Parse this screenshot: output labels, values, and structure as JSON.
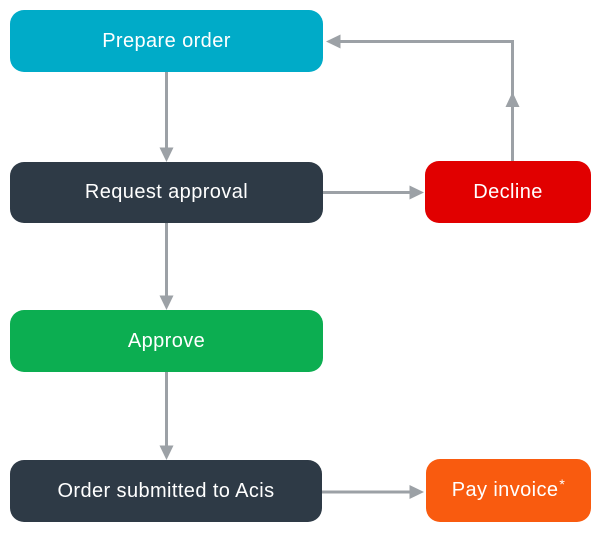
{
  "diagram": {
    "type": "flowchart",
    "background_color": "#FFFFFF",
    "arrow_color": "#9CA1A6",
    "nodes": [
      {
        "id": "prepare-order",
        "label": "Prepare order",
        "color": "#00ABC8",
        "text_color": "#FFFFFF"
      },
      {
        "id": "request-approval",
        "label": "Request approval",
        "color": "#2E3A46",
        "text_color": "#FFFFFF"
      },
      {
        "id": "decline",
        "label": "Decline",
        "color": "#E10000",
        "text_color": "#FFFFFF"
      },
      {
        "id": "approve",
        "label": "Approve",
        "color": "#0CAE51",
        "text_color": "#FFFFFF"
      },
      {
        "id": "order-submitted",
        "label": "Order submitted to Acis",
        "color": "#2E3A46",
        "text_color": "#FFFFFF"
      },
      {
        "id": "pay-invoice",
        "label": "Pay invoice",
        "label_suffix": "*",
        "color": "#F95B0F",
        "text_color": "#FFFFFF"
      }
    ],
    "edges": [
      {
        "from": "prepare-order",
        "to": "request-approval",
        "direction": "down"
      },
      {
        "from": "request-approval",
        "to": "decline",
        "direction": "right"
      },
      {
        "from": "decline",
        "to": "prepare-order",
        "direction": "up-left"
      },
      {
        "from": "request-approval",
        "to": "approve",
        "direction": "down"
      },
      {
        "from": "approve",
        "to": "order-submitted",
        "direction": "down"
      },
      {
        "from": "order-submitted",
        "to": "pay-invoice",
        "direction": "right"
      }
    ]
  }
}
